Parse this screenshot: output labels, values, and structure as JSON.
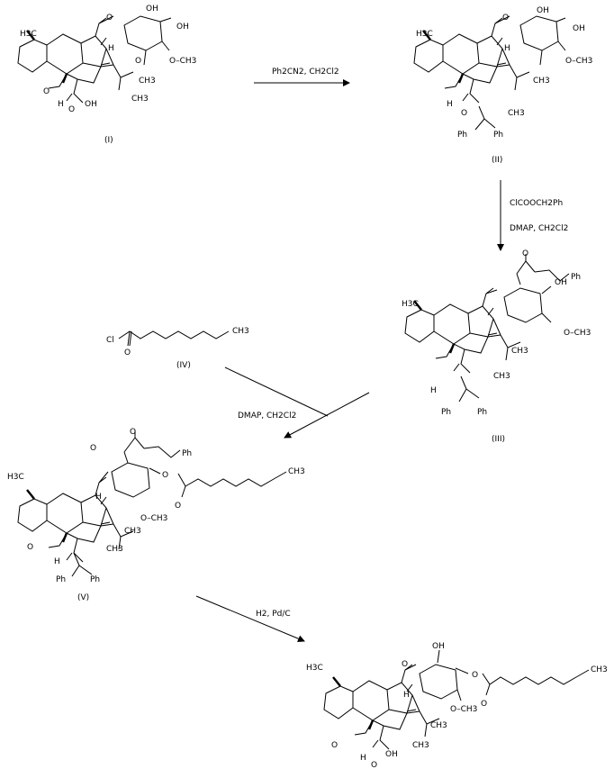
{
  "compounds": {
    "I": "(I)",
    "II": "(II)",
    "III": "(III)",
    "IV": "(IV)",
    "V": "(V)"
  },
  "conditions": {
    "step1": "Ph2CN2, CH2Cl2",
    "step2_line1": "ClCOOCH2Ph",
    "step2_line2": "DMAP, CH2Cl2",
    "step3": "DMAP, CH2Cl2",
    "step4": "H2, Pd/C"
  },
  "atoms": {
    "H3C": "H3C",
    "CH3": "CH3",
    "OH": "OH",
    "O": "O",
    "H": "H",
    "OCH3": "OCH3",
    "Ph": "Ph",
    "Cl": "Cl",
    "O_minus_CH3": "O–CH3"
  }
}
